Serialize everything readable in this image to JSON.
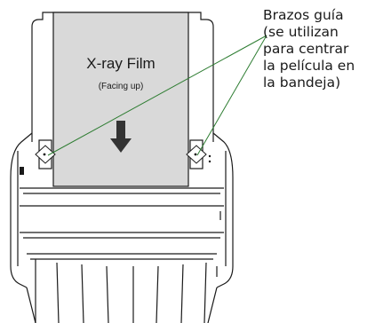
{
  "film": {
    "label": "X-ray Film",
    "sublabel": "(Facing up)"
  },
  "callout": {
    "lines": [
      "Brazos guía",
      "(se utilizan",
      "para centrar",
      "la película en",
      "la bandeja)"
    ]
  },
  "colors": {
    "film_fill": "#d9d9d9",
    "outline": "#1a1a1a",
    "leader_line": "#2e7d32",
    "arrow": "#333333"
  }
}
